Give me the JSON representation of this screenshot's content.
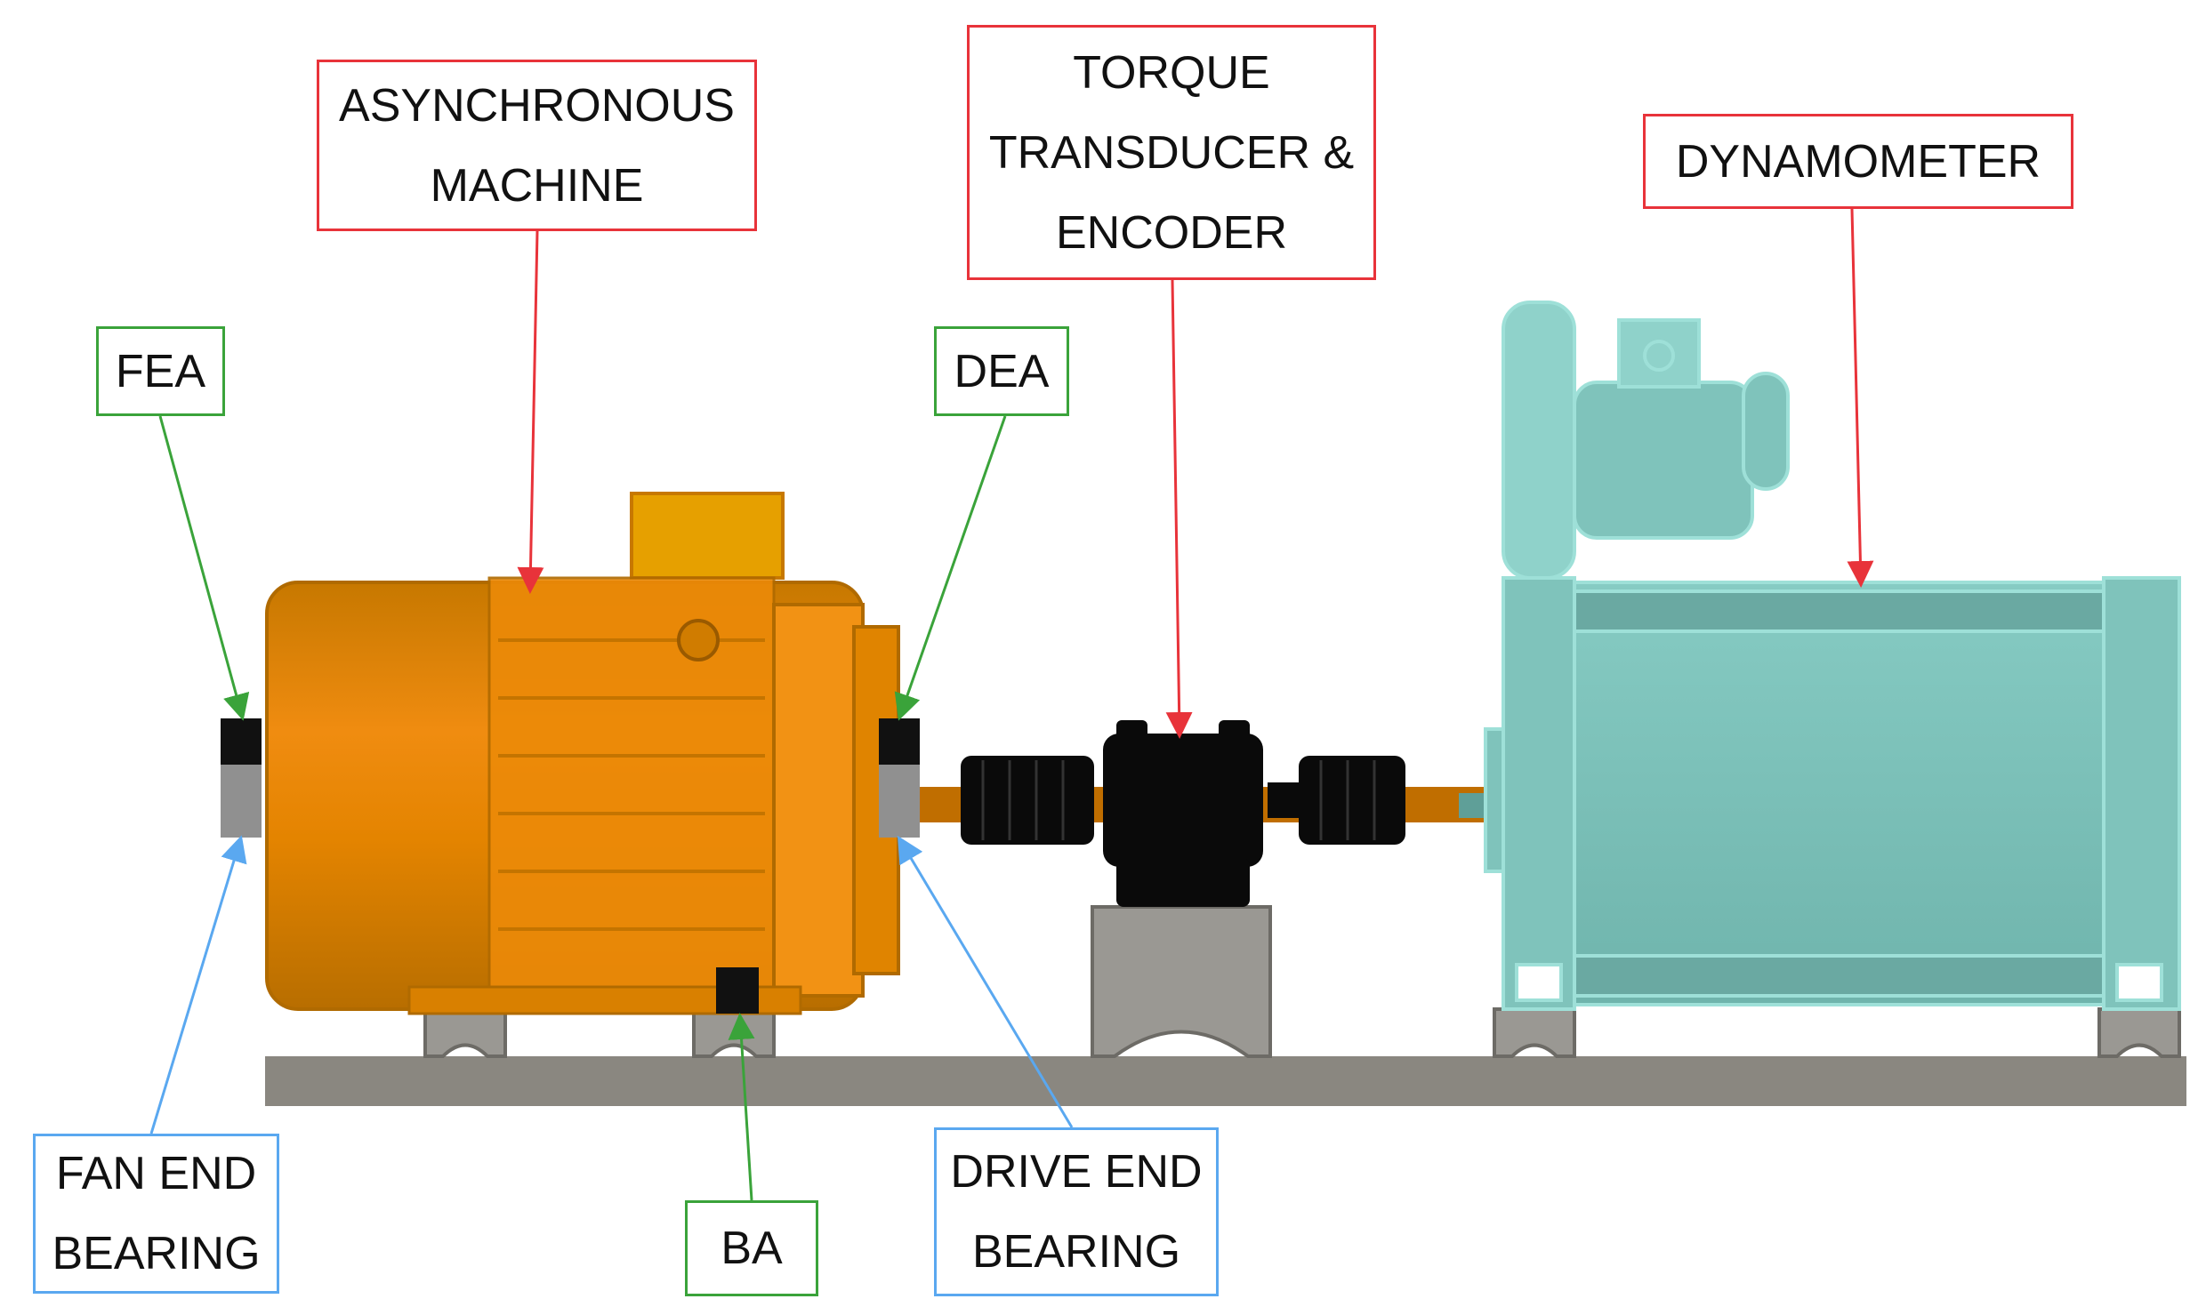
{
  "labels": {
    "asynchronous_machine": "ASYNCHRONOUS\nMACHINE",
    "torque_transducer": "TORQUE\nTRANSDUCER &\nENCODER",
    "dynamometer": "DYNAMOMETER",
    "fea": "FEA",
    "dea": "DEA",
    "ba": "BA",
    "fan_end_bearing": "FAN END\nBEARING",
    "drive_end_bearing": "DRIVE END\nBEARING"
  },
  "colors": {
    "machine_label": "#e8333a",
    "accelerometer_label": "#3aa33a",
    "bearing_label": "#5aa8f0",
    "motor_body": "#e88a00",
    "dynamometer_body": "#7fc3bb",
    "base_rail": "#8a8780",
    "transducer": "#0a0a0a"
  }
}
